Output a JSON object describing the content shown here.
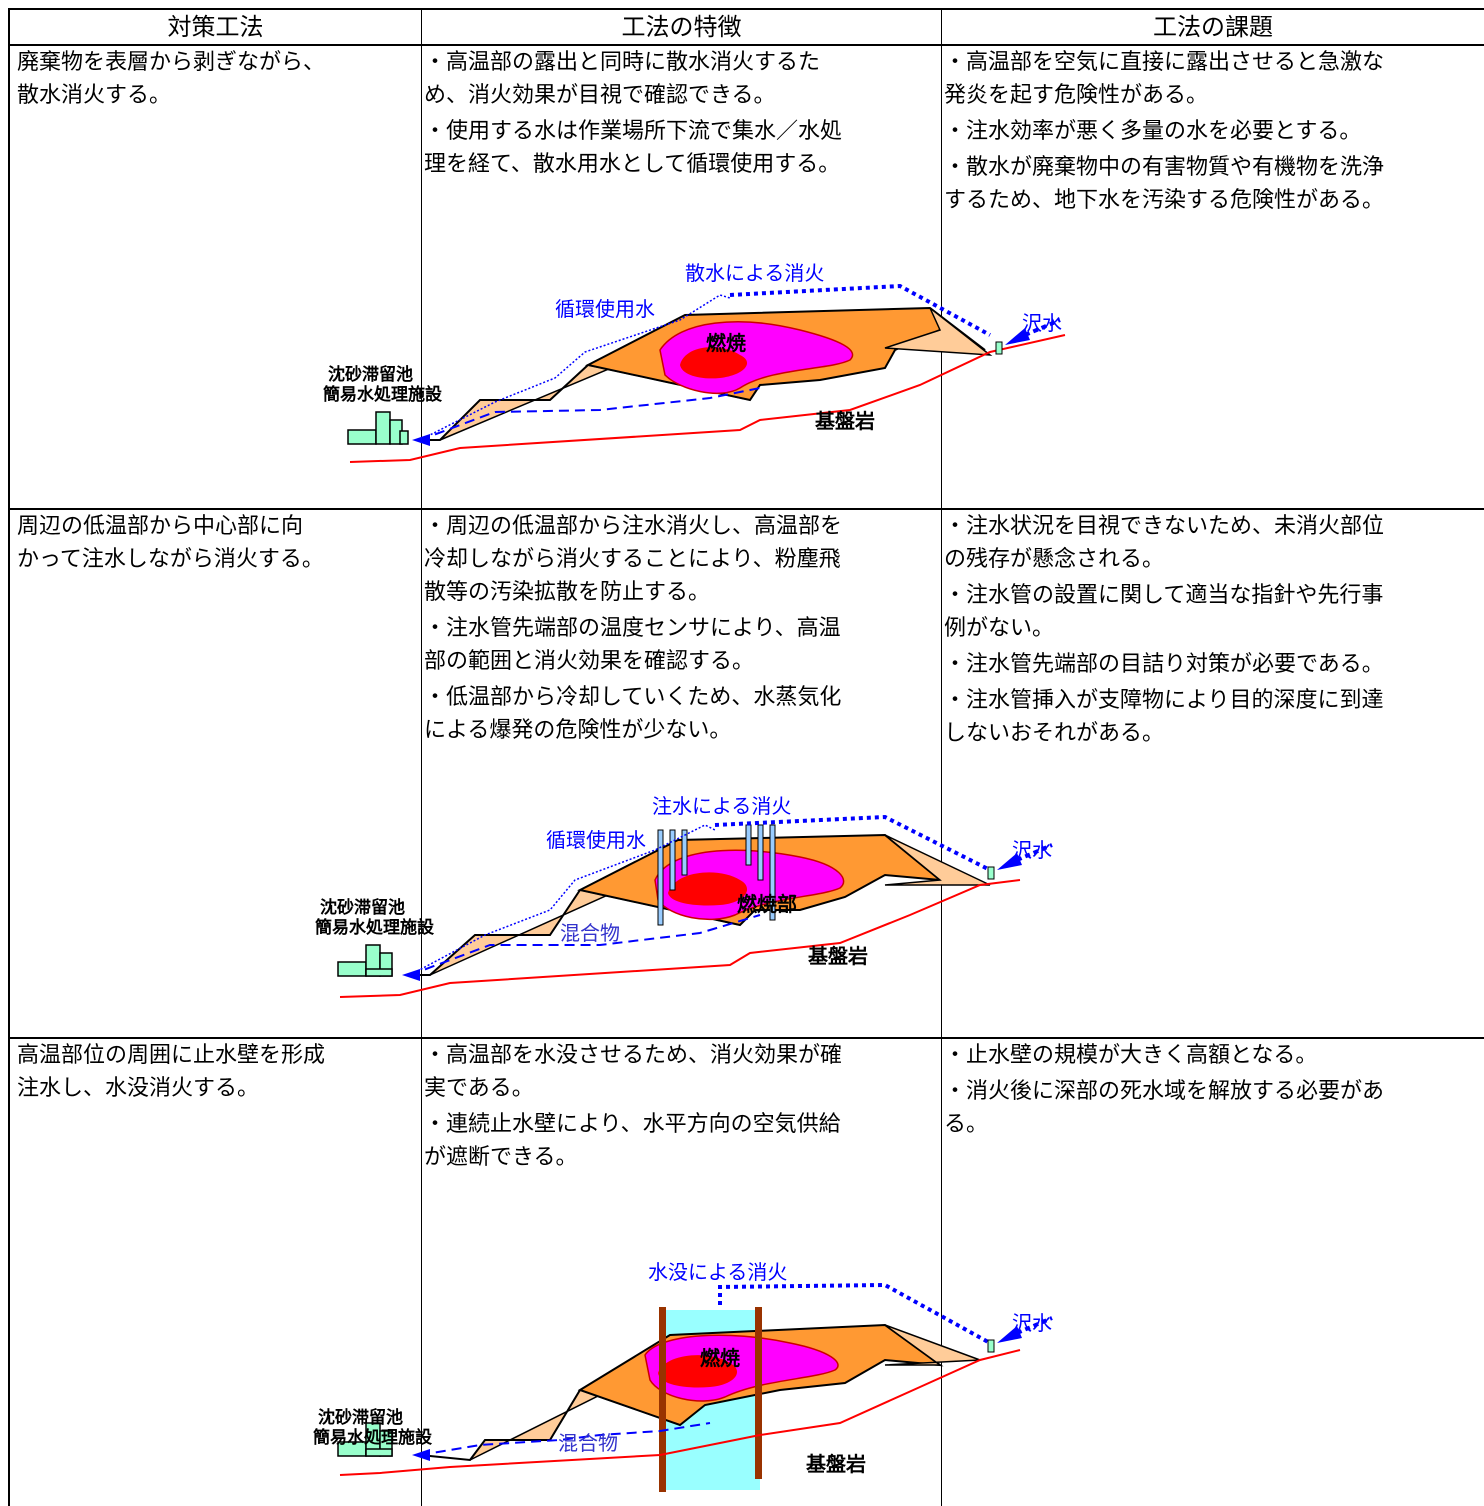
{
  "headers": [
    "対策工法",
    "工法の特徴",
    "工法の課題"
  ],
  "rows": [
    {
      "method": [
        "廃棄物を表層から剥ぎながら、",
        "散水消火する。"
      ],
      "features": [
        [
          "・高温部の露出と同時に散水消火するた",
          "め、消火効果が目視で確認できる。"
        ],
        [
          "・使用する水は作業場所下流で集水／水処",
          "理を経て、散水用水として循環使用する。"
        ]
      ],
      "issues": [
        [
          "・高温部を空気に直接に露出させると急激な",
          "発炎を起す危険性がある。"
        ],
        [
          "・注水効率が悪く多量の水を必要とする。"
        ],
        [
          "・散水が廃棄物中の有害物質や有機物を洗浄",
          "するため、地下水を汚染する危険性がある。"
        ]
      ],
      "diagram": {
        "title": "散水による消火",
        "recycle": "循環使用水",
        "stream": "沢水",
        "burn": "燃焼",
        "basin": [
          "沈砂滞留池",
          "簡易水処理施設"
        ],
        "bedrock": "基盤岩"
      }
    },
    {
      "method": [
        "周辺の低温部から中心部に向",
        "かって注水しながら消火する。"
      ],
      "features": [
        [
          "・周辺の低温部から注水消火し、高温部を",
          "冷却しながら消火することにより、粉塵飛",
          "散等の汚染拡散を防止する。"
        ],
        [
          "・注水管先端部の温度センサにより、高温",
          "部の範囲と消火効果を確認する。"
        ],
        [
          "・低温部から冷却していくため、水蒸気化",
          "による爆発の危険性が少ない。"
        ]
      ],
      "issues": [
        [
          "・注水状況を目視できないため、未消火部位",
          "の残存が懸念される。"
        ],
        [
          "・注水管の設置に関して適当な指針や先行事",
          "例がない。"
        ],
        [
          "・注水管先端部の目詰り対策が必要である。"
        ],
        [
          "・注水管挿入が支障物により目的深度に到達",
          "しないおそれがある。"
        ]
      ],
      "diagram": {
        "title": "注水による消火",
        "recycle": "循環使用水",
        "stream": "沢水",
        "burn": "燃焼部",
        "mixture": "混合物",
        "basin": [
          "沈砂滞留池",
          "簡易水処理施設"
        ],
        "bedrock": "基盤岩"
      }
    },
    {
      "method": [
        "高温部位の周囲に止水壁を形成",
        "注水し、水没消火する。"
      ],
      "features": [
        [
          "・高温部を水没させるため、消火効果が確",
          "実である。"
        ],
        [
          "・連続止水壁により、水平方向の空気供給",
          "が遮断できる。"
        ]
      ],
      "issues": [
        [
          "・止水壁の規模が大きく高額となる。"
        ],
        [
          "・消火後に深部の死水域を解放する必要があ",
          "る。"
        ]
      ],
      "diagram": {
        "title": "水没による消火",
        "stream": "沢水",
        "burn": "燃焼",
        "mixture": "混合物",
        "basin": [
          "沈砂滞留池",
          "簡易水処理施設"
        ],
        "bedrock": "基盤岩"
      }
    }
  ],
  "colors": {
    "blue_label": "#0000ff",
    "waste_orange": "#ff9933",
    "hot_magenta": "#ff00ff",
    "core_red": "#ff0000",
    "bedrock_line": "#ff0000",
    "mixture_tan": "#ffcc99",
    "facility_green": "#99ffcc",
    "submerged_cyan": "#99ffff",
    "pipe_lightblue": "#99ccff",
    "wall_brown": "#993300"
  }
}
